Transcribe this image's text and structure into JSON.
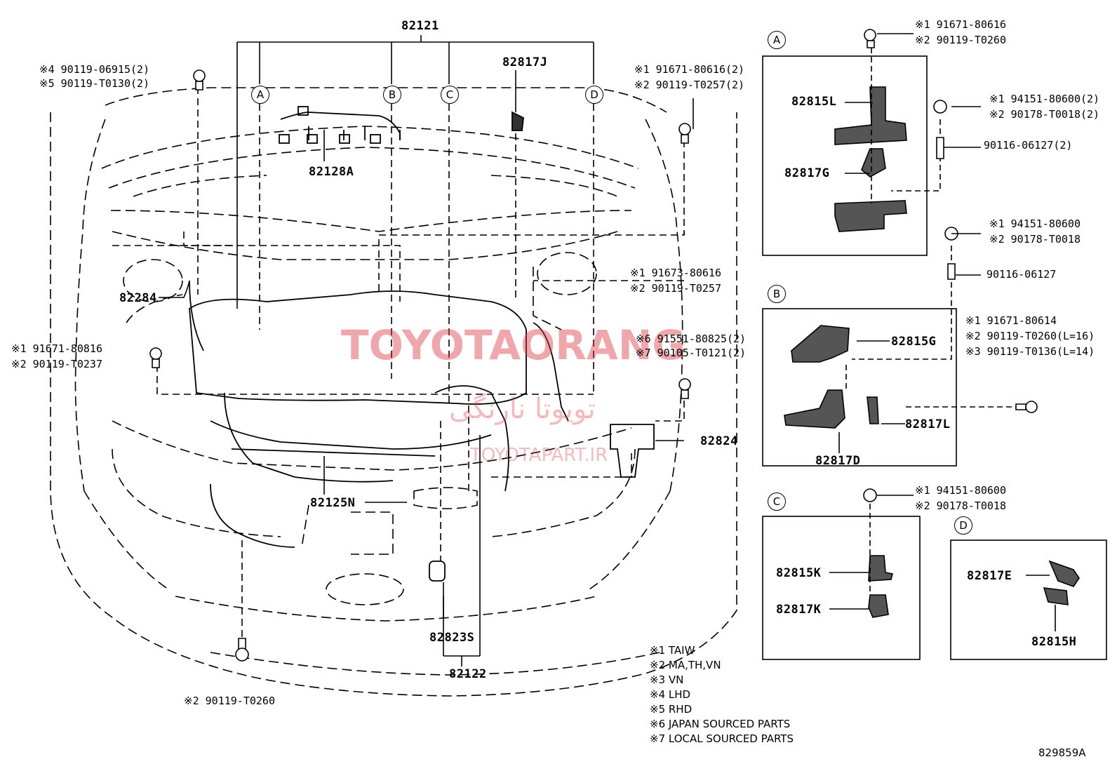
{
  "diagram_id": "829859A",
  "watermark": {
    "main": "TOYOTAORANG",
    "arabic": "تویوتا نارنگی",
    "url": "TOYOTAPART.IR"
  },
  "main_labels": {
    "p82121": "82121",
    "p82817J": "82817J",
    "p82128A": "82128A",
    "p82284": "82284",
    "p82824": "82824",
    "p82125N": "82125N",
    "p82823S": "82823S",
    "p82122": "82122"
  },
  "circles": {
    "A": "A",
    "B": "B",
    "C": "C",
    "D": "D"
  },
  "bolt_notes": {
    "n1a": "※4 90119-06915(2)",
    "n1b": "※5 90119-T0130(2)",
    "n2a": "※1 91671-80616(2)",
    "n2b": "※2 90119-T0257(2)",
    "n3a": "※1 91673-80616",
    "n3b": "※2 90119-T0257",
    "n4a": "※6 91551-80825(2)",
    "n4b": "※7 90105-T0121(2)",
    "n5a": "※1 91671-80816",
    "n5b": "※2 90119-T0237",
    "n6": "※2 90119-T0260"
  },
  "panel_a": {
    "top_a": "※1 91671-80616",
    "top_b": "※2 90119-T0260",
    "r1a": "※1 94151-80600(2)",
    "r1b": "※2 90178-T0018(2)",
    "r1c": "90116-06127(2)",
    "p82815L": "82815L",
    "p82817G": "82817G"
  },
  "panel_b": {
    "top_a": "※1 94151-80600",
    "top_b": "※2 90178-T0018",
    "top_c": "90116-06127",
    "r_a": "※1 91671-80614",
    "r_b": "※2 90119-T0260(L=16)",
    "r_c": "※3 90119-T0136(L=14)",
    "p82815G": "82815G",
    "p82817L": "82817L",
    "p82817D": "82817D"
  },
  "panel_c": {
    "top_a": "※1 94151-80600",
    "top_b": "※2 90178-T0018",
    "p82815K": "82815K",
    "p82817K": "82817K"
  },
  "panel_d": {
    "p82817E": "82817E",
    "p82815H": "82815H"
  },
  "legend": [
    "※1 TAIW",
    "※2 MA,TH,VN",
    "※3 VN",
    "※4 LHD",
    "※5 RHD",
    "※6 JAPAN SOURCED PARTS",
    "※7 LOCAL SOURCED PARTS"
  ]
}
